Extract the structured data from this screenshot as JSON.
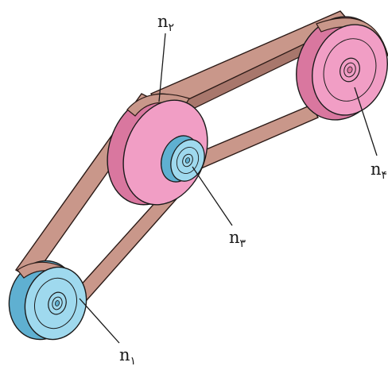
{
  "labels": {
    "top": {
      "base": "n",
      "sub": "۲"
    },
    "middle": {
      "base": "n",
      "sub": "۳"
    },
    "right": {
      "base": "n",
      "sub": "۴"
    },
    "bottom": {
      "base": "n",
      "sub": "۱"
    }
  },
  "colors": {
    "belt": "#c9978a",
    "belt_edge": "#2b1a16",
    "pink_pulley": "#f19ec5",
    "pink_dark": "#d9779f",
    "blue_pulley": "#9fd9ee",
    "blue_dark": "#5fb0d1",
    "outline": "#1a1a1a"
  }
}
